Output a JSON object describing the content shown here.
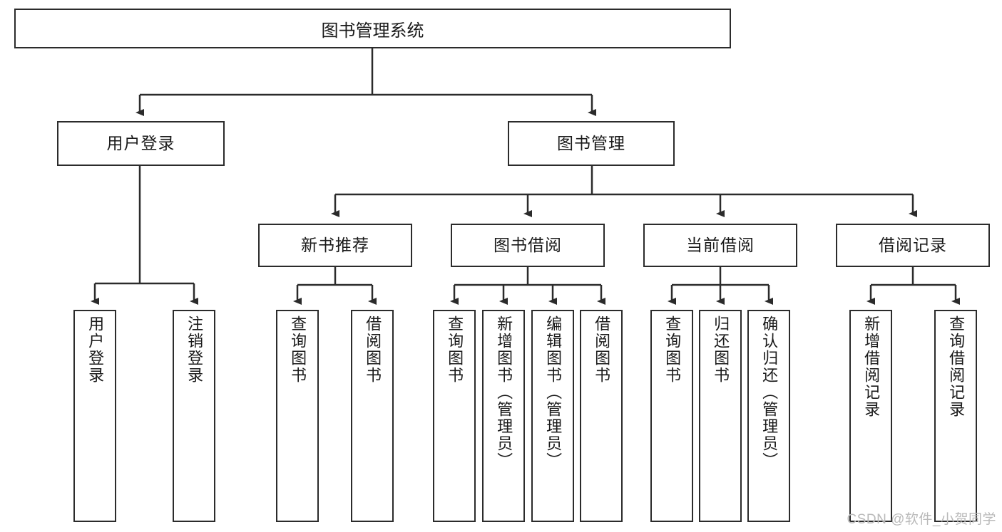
{
  "diagram": {
    "title": "图书管理系统",
    "root": {
      "label": "图书管理系统"
    },
    "level2": [
      {
        "label": "用户登录"
      },
      {
        "label": "图书管理"
      }
    ],
    "level3": [
      {
        "label": "新书推荐"
      },
      {
        "label": "图书借阅"
      },
      {
        "label": "当前借阅"
      },
      {
        "label": "借阅记录"
      }
    ],
    "leaves": {
      "user_login": [
        {
          "label": "用户登录"
        },
        {
          "label": "注销登录"
        }
      ],
      "new_book": [
        {
          "label": "查询图书"
        },
        {
          "label": "借阅图书"
        }
      ],
      "borrow_book": [
        {
          "label": "查询图书"
        },
        {
          "label": "新增图书（管理员）"
        },
        {
          "label": "编辑图书（管理员）"
        },
        {
          "label": "借阅图书"
        }
      ],
      "current_borrow": [
        {
          "label": "查询图书"
        },
        {
          "label": "归还图书"
        },
        {
          "label": "确认归还（管理员）"
        }
      ],
      "borrow_record": [
        {
          "label": "新增借阅记录"
        },
        {
          "label": "查询借阅记录"
        }
      ]
    }
  },
  "watermark": {
    "text": "CSDN @软件_小贺同学"
  },
  "colors": {
    "stroke": "#2b2b2b",
    "text": "#1a1a1a",
    "background": "#ffffff",
    "watermark": "#b9b9b9"
  }
}
